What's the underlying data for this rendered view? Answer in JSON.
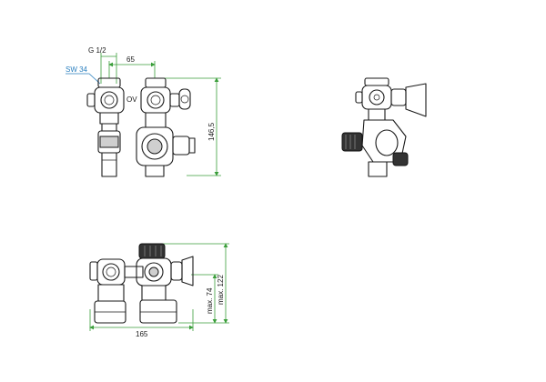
{
  "dimensions": {
    "thread_label": "G 1/2",
    "wrench_label": "SW 34",
    "spacing_label": "65",
    "height_label": "146,5",
    "width_label": "165",
    "min_height_label": "max. 74",
    "max_height_label": "max. 122"
  },
  "markings": {
    "valve_mark": "OV"
  },
  "colors": {
    "dimension_lines": "#3a9e3a",
    "leader_line": "#2a7fbf",
    "drawing": "#1a1a1a"
  }
}
